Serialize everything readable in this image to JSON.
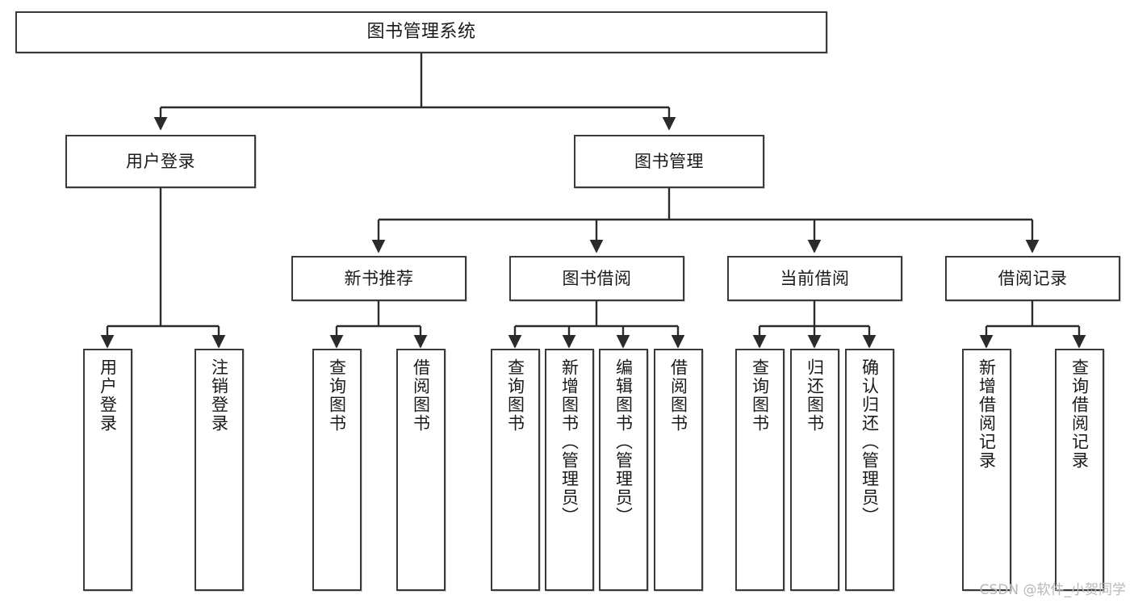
{
  "diagram": {
    "title": "图书管理系统",
    "type": "functional-structure-tree",
    "watermark": "CSDN @软件_小贺同学",
    "colors": {
      "box_border": "#3a3a3a",
      "box_fill": "#ffffff",
      "connector": "#2b2b2b",
      "text": "#1a1a1a",
      "watermark": "#b8b8b8"
    },
    "root": {
      "label": "图书管理系统"
    },
    "level2": [
      {
        "label": "用户登录"
      },
      {
        "label": "图书管理"
      }
    ],
    "level3": [
      {
        "label": "新书推荐"
      },
      {
        "label": "图书借阅"
      },
      {
        "label": "当前借阅"
      },
      {
        "label": "借阅记录"
      }
    ],
    "leaves": {
      "user_login": [
        {
          "label": "用户登录"
        },
        {
          "label": "注销登录"
        }
      ],
      "new_book": [
        {
          "label": "查询图书"
        },
        {
          "label": "借阅图书"
        }
      ],
      "book_borrow": [
        {
          "label": "查询图书"
        },
        {
          "label": "新增图书（管理员）"
        },
        {
          "label": "编辑图书（管理员）"
        },
        {
          "label": "借阅图书"
        }
      ],
      "current_borrow": [
        {
          "label": "查询图书"
        },
        {
          "label": "归还图书"
        },
        {
          "label": "确认归还（管理员）"
        }
      ],
      "borrow_record": [
        {
          "label": "新增借阅记录"
        },
        {
          "label": "查询借阅记录"
        }
      ]
    }
  }
}
